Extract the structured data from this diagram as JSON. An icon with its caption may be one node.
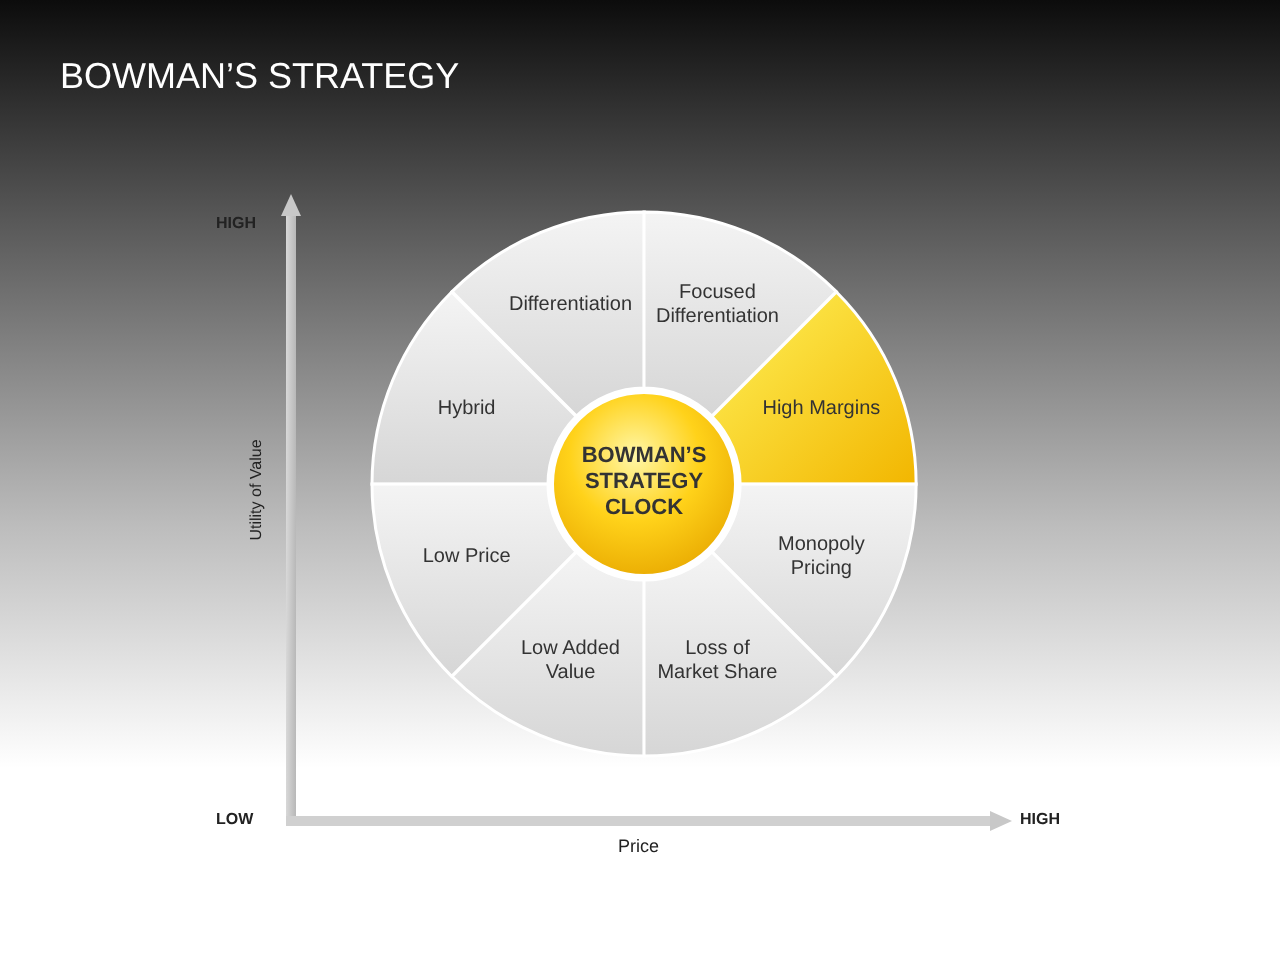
{
  "diagram": {
    "title": "BOWMAN’S STRATEGY",
    "nodes": [
      {
        "text": [
          "Differentiation"
        ]
      },
      {
        "text": [
          "Focused Differentiation"
        ]
      },
      {
        "text": [
          "Hybrid"
        ]
      },
      {
        "text": [
          "High Margins"
        ]
      },
      {
        "text": [
          "BOWMAN’S STRATEGY CLOCK"
        ]
      },
      {
        "text": [
          "Low Price"
        ]
      },
      {
        "text": [
          "Monopoly Pricing"
        ]
      },
      {
        "text": [
          "Low Added Value"
        ]
      },
      {
        "text": [
          "Loss of Market Share"
        ]
      }
    ],
    "labels": [
      "HIGH",
      "Utility of Value",
      "LOW",
      "HIGH",
      "Price"
    ]
  }
}
